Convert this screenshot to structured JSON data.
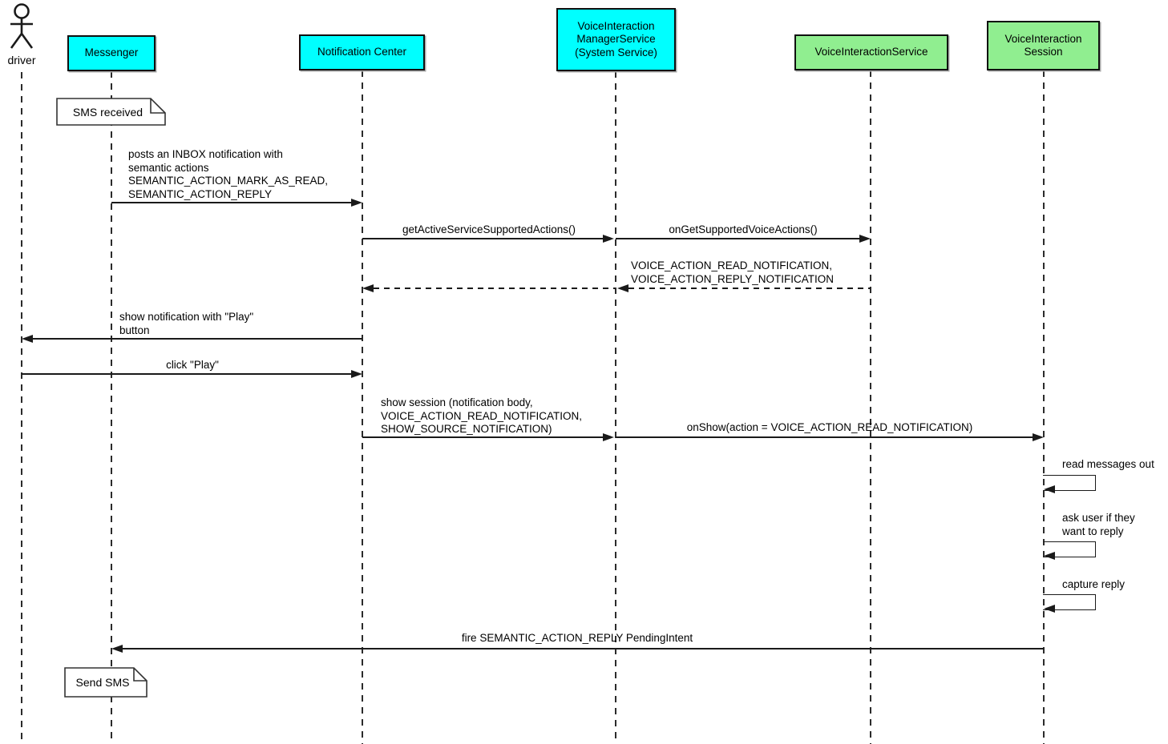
{
  "actor": {
    "name": "driver"
  },
  "participants": [
    {
      "label": "Messenger",
      "color": "#00FFFF"
    },
    {
      "label": "Notification Center",
      "color": "#00FFFF"
    },
    {
      "label": "VoiceInteraction\nManagerService\n(System Service)",
      "color": "#00FFFF"
    },
    {
      "label": "VoiceInteractionService",
      "color": "#90EE90"
    },
    {
      "label": "VoiceInteraction\nSession",
      "color": "#90EE90"
    }
  ],
  "notes": [
    {
      "text": "SMS received",
      "attached_to": "Messenger"
    },
    {
      "text": "Send SMS",
      "attached_to": "Messenger"
    }
  ],
  "messages": [
    {
      "label": "posts an INBOX notification with\nsemantic actions\nSEMANTIC_ACTION_MARK_AS_READ,\nSEMANTIC_ACTION_REPLY",
      "from": "Messenger",
      "to": "Notification Center",
      "line": "solid"
    },
    {
      "label": "getActiveServiceSupportedActions()",
      "from": "Notification Center",
      "to": "VoiceInteractionManagerService",
      "line": "solid"
    },
    {
      "label": "onGetSupportedVoiceActions()",
      "from": "VoiceInteractionManagerService",
      "to": "VoiceInteractionService",
      "line": "solid"
    },
    {
      "label": "VOICE_ACTION_READ_NOTIFICATION,\nVOICE_ACTION_REPLY_NOTIFICATION",
      "from": "VoiceInteractionService",
      "to": "VoiceInteractionManagerService",
      "line": "dashed"
    },
    {
      "label": "",
      "from": "VoiceInteractionManagerService",
      "to": "Notification Center",
      "line": "dashed"
    },
    {
      "label": "show notification with \"Play\"\nbutton",
      "from": "Notification Center",
      "to": "driver",
      "line": "solid"
    },
    {
      "label": "click \"Play\"",
      "from": "driver",
      "to": "Notification Center",
      "line": "solid"
    },
    {
      "label": "show session (notification body,\nVOICE_ACTION_READ_NOTIFICATION,\nSHOW_SOURCE_NOTIFICATION)",
      "from": "Notification Center",
      "to": "VoiceInteractionManagerService",
      "line": "solid"
    },
    {
      "label": "onShow(action = VOICE_ACTION_READ_NOTIFICATION)",
      "from": "VoiceInteractionManagerService",
      "to": "VoiceInteractionSession",
      "line": "solid"
    },
    {
      "label": "read messages out",
      "from": "VoiceInteractionSession",
      "to": "VoiceInteractionSession",
      "line": "solid"
    },
    {
      "label": "ask user if they\nwant to reply",
      "from": "VoiceInteractionSession",
      "to": "VoiceInteractionSession",
      "line": "solid"
    },
    {
      "label": "capture reply",
      "from": "VoiceInteractionSession",
      "to": "VoiceInteractionSession",
      "line": "solid"
    },
    {
      "label": "fire SEMANTIC_ACTION_REPLY PendingIntent",
      "from": "VoiceInteractionSession",
      "to": "Messenger",
      "line": "solid"
    }
  ],
  "colors": {
    "participant_cyan": "#00FFFF",
    "participant_green": "#90EE90",
    "line": "#1A1A1A",
    "note_background": "#FFFFFF"
  }
}
